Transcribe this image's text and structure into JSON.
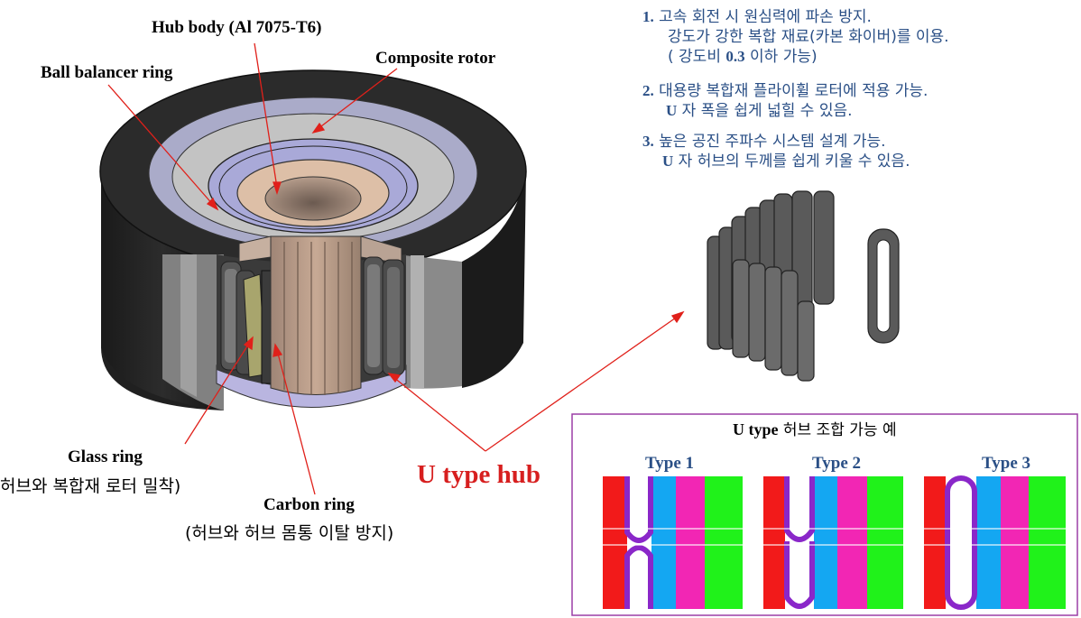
{
  "labels": {
    "hub_body": "Hub body (Al 7075-T6)",
    "ball_balancer": "Ball balancer ring",
    "composite_rotor": "Composite rotor",
    "glass_ring": "Glass ring",
    "glass_ring_note": "허브와 복합재 로터 밀착)",
    "carbon_ring": "Carbon ring",
    "carbon_ring_note": "(허브와 허브 몸통 이탈 방지)",
    "u_type_hub": "U type hub"
  },
  "notes": [
    {
      "num": "1.",
      "line1": "고속 회전 시 원심력에 파손 방지.",
      "line2": "강도가 강한 복합 재료(카본 화이버)를 이용.",
      "line3_pre": "( 강도비 ",
      "line3_num": "0.3",
      "line3_post": " 이하 가능)"
    },
    {
      "num": "2.",
      "line1": "대용량 복합재 플라이휠 로터에 적용 가능.",
      "line2_pre": "U",
      "line2": " 자 폭을 쉽게 넓힐 수 있음."
    },
    {
      "num": "3.",
      "line1": "높은 공진 주파수 시스템 설계 가능.",
      "line2_pre": "U",
      "line2": " 자 허브의 두께를 쉽게 키울 수 있음."
    }
  ],
  "combo_box": {
    "title_en": "U type",
    "title_ko": " 허브 조합 가능 예",
    "types": [
      "Type 1",
      "Type 2",
      "Type 3"
    ]
  },
  "colors": {
    "note_text": "#2a4f86",
    "arrow": "#e0201a",
    "u_hub_label": "#d71f1f",
    "box_border": "#9b3fa6",
    "red": "#f21a1a",
    "blue": "#14a7f2",
    "magenta": "#f226b4",
    "green": "#20f21a",
    "u_purple": "#8a27c9"
  }
}
